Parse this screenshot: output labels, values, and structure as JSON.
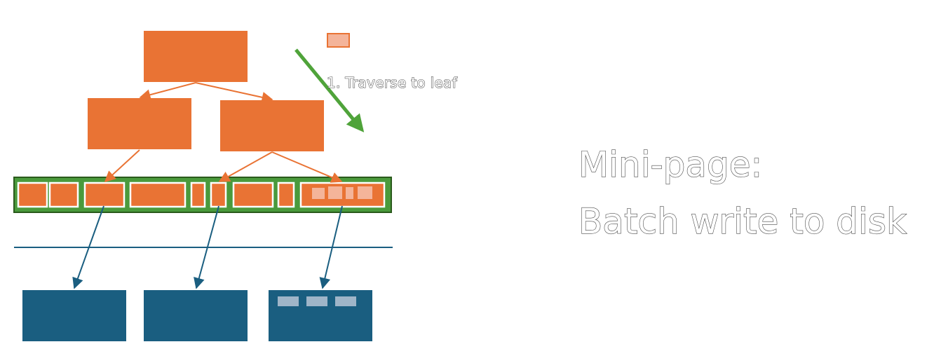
{
  "annotation": {
    "step_label": "1. Traverse to leaf"
  },
  "headline": {
    "line1": "Mini-page:",
    "line2": "Batch write to disk"
  },
  "colors": {
    "tree_node": "#e97334",
    "tree_edge": "#e97334",
    "buffer_frame": "#4a9a3c",
    "buffer_border": "#2a5a1c",
    "traverse_arrow": "#4fa33a",
    "disk_page": "#1a5e80",
    "disk_edge": "#1a5e80",
    "record_on_buffer": "#f4b49a",
    "record_on_disk": "#9fb5c8"
  }
}
